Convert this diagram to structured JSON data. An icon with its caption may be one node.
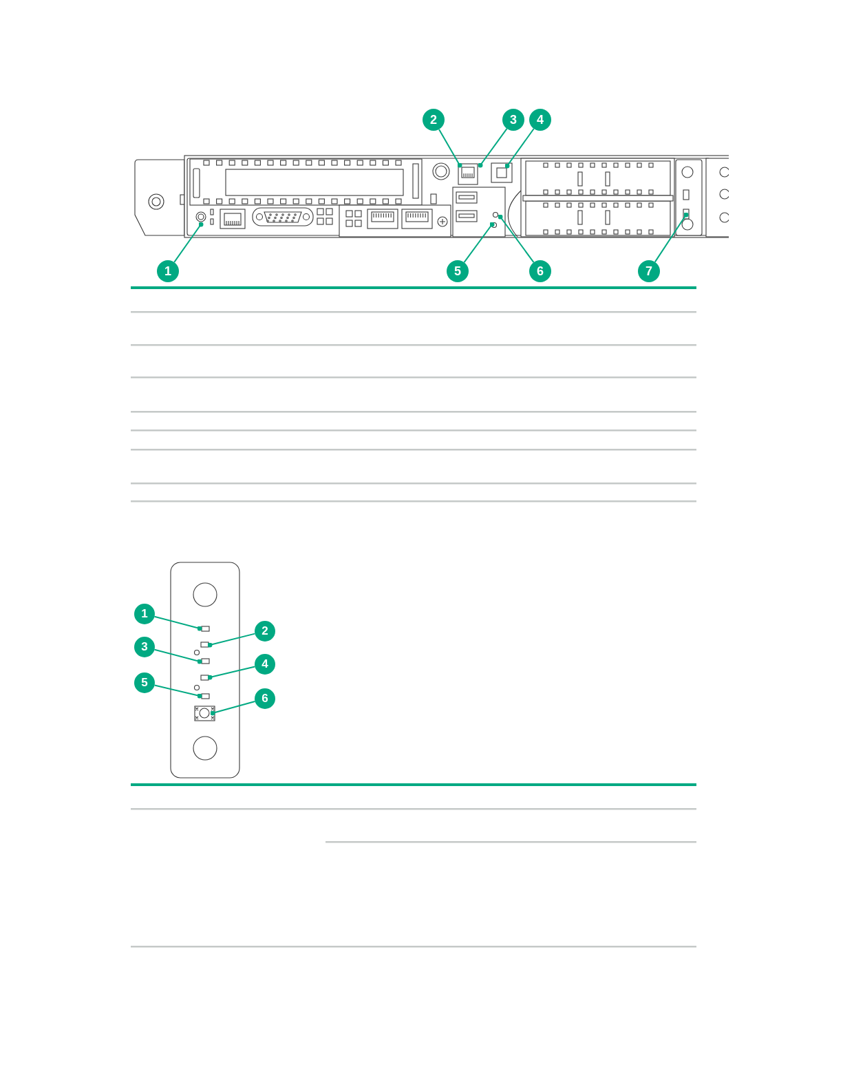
{
  "diagram": {
    "nodes": [
      {
        "text": [
          "1"
        ]
      },
      {
        "text": [
          "2"
        ]
      },
      {
        "text": [
          "3"
        ]
      },
      {
        "text": [
          "4"
        ]
      },
      {
        "text": [
          "5"
        ]
      },
      {
        "text": [
          "6"
        ]
      },
      {
        "text": [
          "7"
        ]
      },
      {
        "text": [
          "1"
        ]
      },
      {
        "text": [
          "2"
        ]
      },
      {
        "text": [
          "3"
        ]
      },
      {
        "text": [
          "4"
        ]
      },
      {
        "text": [
          "5"
        ]
      },
      {
        "text": [
          "6"
        ]
      }
    ],
    "edges": [
      {
        "from": 0,
        "to": null,
        "arrow": "other"
      },
      {
        "from": 1,
        "to": null,
        "arrow": "other"
      },
      {
        "from": 2,
        "to": null,
        "arrow": "other"
      },
      {
        "from": 3,
        "to": null,
        "arrow": "other"
      },
      {
        "from": 4,
        "to": null,
        "arrow": "other"
      },
      {
        "from": 5,
        "to": null,
        "arrow": "other"
      },
      {
        "from": 6,
        "to": null,
        "arrow": "other"
      },
      {
        "from": 7,
        "to": null,
        "arrow": "other"
      },
      {
        "from": 8,
        "to": null,
        "arrow": "other"
      },
      {
        "from": 9,
        "to": null,
        "arrow": "other"
      },
      {
        "from": 10,
        "to": null,
        "arrow": "other"
      },
      {
        "from": 11,
        "to": null,
        "arrow": "other"
      },
      {
        "from": 12,
        "to": null,
        "arrow": "other"
      }
    ]
  }
}
